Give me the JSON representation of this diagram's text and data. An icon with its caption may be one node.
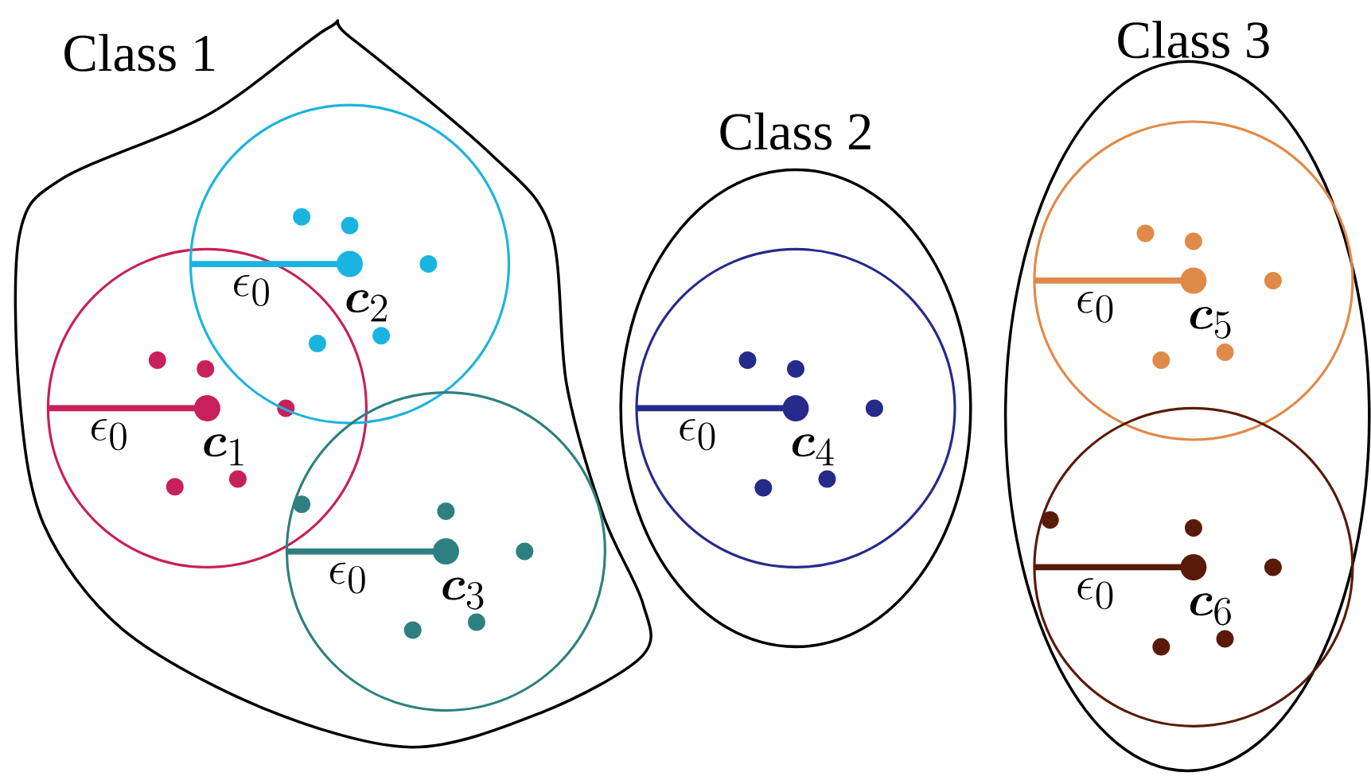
{
  "diagram": {
    "nodes": [
      {
        "text": [
          "Class 1"
        ]
      },
      {
        "text": [
          "\\epsilon_0",
          "\\boldsymbol{c}_1"
        ],
        "in": 0
      },
      {
        "text": [
          "\\epsilon_0",
          "\\boldsymbol{c}_2"
        ],
        "in": 0
      },
      {
        "text": [
          "\\epsilon_0",
          "\\boldsymbol{c}_3"
        ],
        "in": 0
      },
      {
        "text": [
          "Class 2"
        ]
      },
      {
        "text": [
          "\\epsilon_0",
          "\\boldsymbol{c}_4"
        ],
        "in": 4
      },
      {
        "text": [
          "Class 3"
        ]
      },
      {
        "text": [
          "\\epsilon_0",
          "\\boldsymbol{c}_5"
        ],
        "in": 6
      },
      {
        "text": [
          "\\epsilon_0",
          "\\boldsymbol{c}_6"
        ],
        "in": 6
      }
    ]
  }
}
